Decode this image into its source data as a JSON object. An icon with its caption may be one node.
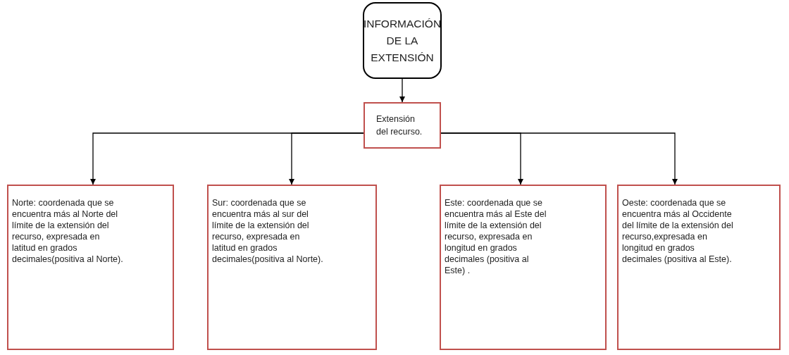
{
  "diagram": {
    "nodes": [
      {
        "text": [
          "INFORMACIÓN DE LA EXTENSIÓN"
        ]
      },
      {
        "text": [
          "Extensión del recurso."
        ]
      },
      {
        "text": [
          "Norte: coordenada que se encuentra más al Norte del límite de la extensión del recurso, expresada en latitud en grados decimales(positiva al Norte)."
        ]
      },
      {
        "text": [
          "Sur: coordenada que se encuentra más al sur del límite de la extensión del recurso, expresada en latitud en grados decimales(positiva al Norte)."
        ]
      },
      {
        "text": [
          "Este: coordenada que se encuentra más al Este del límite de la extensión del recurso, expresada en longitud en grados decimales (positiva al Este) ."
        ]
      },
      {
        "text": [
          "Oeste:  coordenada que se encuentra más al Occidente del límite de la extensión del recurso,expresada en longitud en grados decimales (positiva al Este)."
        ]
      }
    ],
    "edges": [
      {
        "from": 0,
        "to": 1,
        "arrow": "to"
      },
      {
        "from": 1,
        "to": 2,
        "arrow": "to"
      },
      {
        "from": 1,
        "to": 3,
        "arrow": "to"
      },
      {
        "from": 1,
        "to": 4,
        "arrow": "to"
      },
      {
        "from": 1,
        "to": 5,
        "arrow": "to"
      }
    ]
  }
}
